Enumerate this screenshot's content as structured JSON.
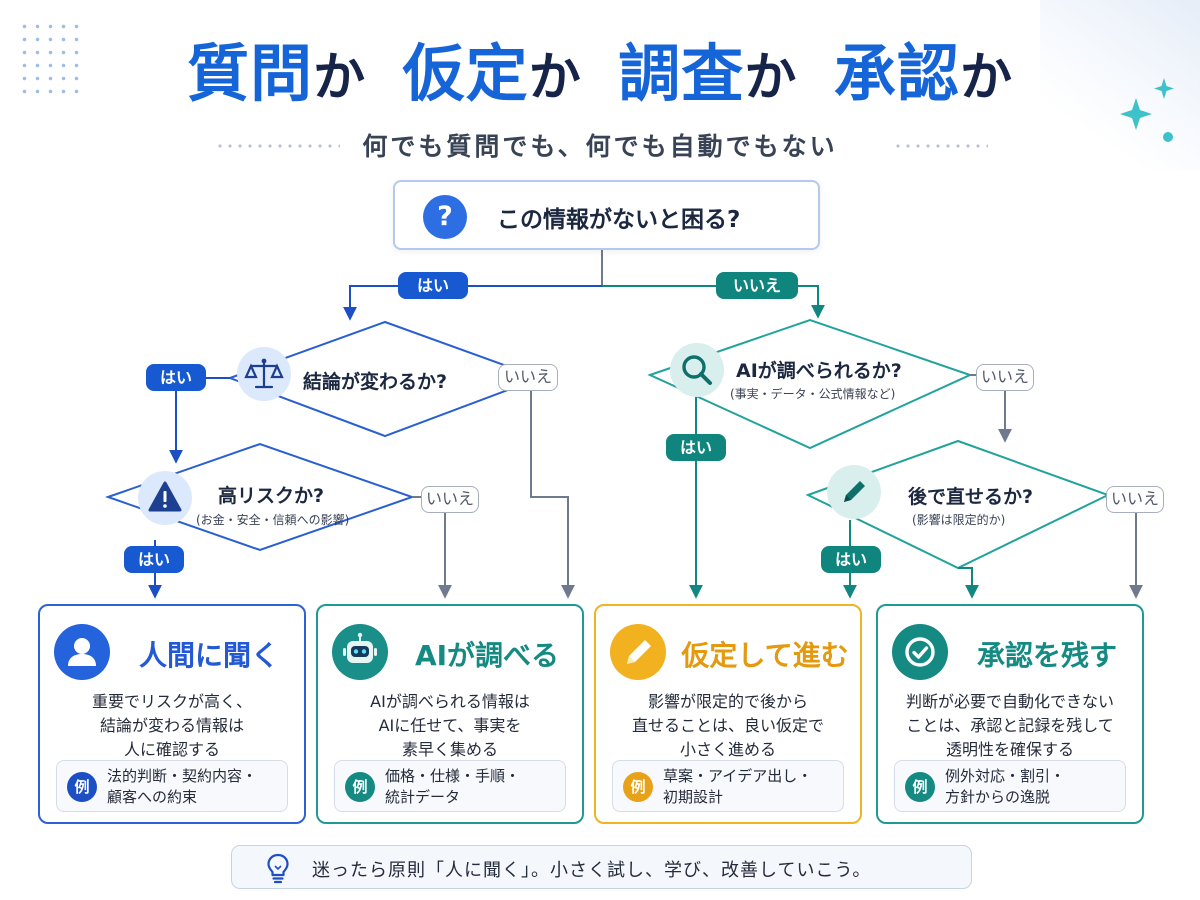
{
  "title": {
    "parts": [
      {
        "keyword": "質問",
        "particle": "か"
      },
      {
        "keyword": "仮定",
        "particle": "か"
      },
      {
        "keyword": "調査",
        "particle": "か"
      },
      {
        "keyword": "承認",
        "particle": "か"
      }
    ]
  },
  "subtitle": "何でも質問でも、何でも自動でもない",
  "top_question": {
    "icon": "question-icon",
    "glyph": "?",
    "text": "この情報がないと困る?"
  },
  "branch_labels": {
    "yes": "はい",
    "no": "いいえ"
  },
  "decisions": [
    {
      "id": "conclusion-change",
      "icon": "scales-icon",
      "label": "結論が変わるか?",
      "sub": ""
    },
    {
      "id": "high-risk",
      "icon": "warning-icon",
      "label": "高リスクか?",
      "sub": "(お金・安全・信頼への影響)"
    },
    {
      "id": "ai-can-research",
      "icon": "magnifier-icon",
      "label": "AIが調べられるか?",
      "sub": "(事実・データ・公式情報など)"
    },
    {
      "id": "fixable-later",
      "icon": "pencil-icon",
      "label": "後で直せるか?",
      "sub": "(影響は限定的か)"
    }
  ],
  "outcomes": [
    {
      "title": "人間に聞く",
      "icon": "person-icon",
      "color": "#2459d6",
      "desc": [
        "重要でリスクが高く、",
        "結論が変わる情報は",
        "人に確認する"
      ],
      "example_badge": "例",
      "examples": [
        "法的判断・契約内容・",
        "顧客への約束"
      ]
    },
    {
      "title": "AIが調べる",
      "icon": "robot-icon",
      "color": "#148a83",
      "desc": [
        "AIが調べられる情報は",
        "AIに任せて、事実を",
        "素早く集める"
      ],
      "example_badge": "例",
      "examples": [
        "価格・仕様・手順・",
        "統計データ"
      ]
    },
    {
      "title": "仮定して進む",
      "icon": "pencil-icon",
      "color": "#e8a21a",
      "desc": [
        "影響が限定的で後から",
        "直せることは、良い仮定で",
        "小さく進める"
      ],
      "example_badge": "例",
      "examples": [
        "草案・アイデア出し・",
        "初期設計"
      ]
    },
    {
      "title": "承認を残す",
      "icon": "check-icon",
      "color": "#148a83",
      "desc": [
        "判断が必要で自動化できない",
        "ことは、承認と記録を残して",
        "透明性を確保する"
      ],
      "example_badge": "例",
      "examples": [
        "例外対応・割引・",
        "方針からの逸脱"
      ]
    }
  ],
  "tip": {
    "icon": "lightbulb-icon",
    "text": "迷ったら原則「人に聞く」。小さく試し、学び、改善していこう。"
  },
  "colors": {
    "blue": "#1565d8",
    "navy": "#17244a",
    "teal": "#0f857e",
    "amber": "#f0b323"
  }
}
